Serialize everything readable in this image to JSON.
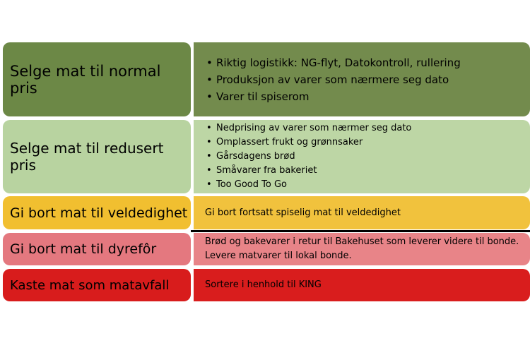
{
  "rows": [
    {
      "label": "Selge mat til normal pris",
      "label_color": "#6c8846",
      "desc_color": "#738b4d",
      "bullets": [
        "Riktig logistikk: NG-flyt, Datokontroll, rullering",
        "Produksjon av varer som nærmere seg dato",
        "Varer til spiserom"
      ]
    },
    {
      "label": "Selge mat til redusert pris",
      "label_color": "#b8d3a0",
      "desc_color": "#bdd6a5",
      "bullets": [
        "Nedprising av varer som nærmer seg dato",
        "Omplassert frukt og grønnsaker",
        "Gårsdagens brød",
        "Småvarer fra bakeriet",
        "Too Good To Go"
      ]
    },
    {
      "label": "Gi bort mat til veldedighet",
      "label_color": "#f1bf30",
      "desc_color": "#f1c23d",
      "text": [
        "Gi bort fortsatt spiselig mat til veldedighet"
      ]
    },
    {
      "label": "Gi bort mat til dyrefôr",
      "label_color": "#e4787f",
      "desc_color": "#e88488",
      "text": [
        "Brød og bakevarer i retur til Bakehuset som leverer videre til bonde.",
        "Levere matvarer til lokal bonde."
      ]
    },
    {
      "label": "Kaste mat som matavfall",
      "label_color": "#d81c1c",
      "desc_color": "#d91d1d",
      "text": [
        "Sortere i henhold til KING"
      ]
    }
  ]
}
